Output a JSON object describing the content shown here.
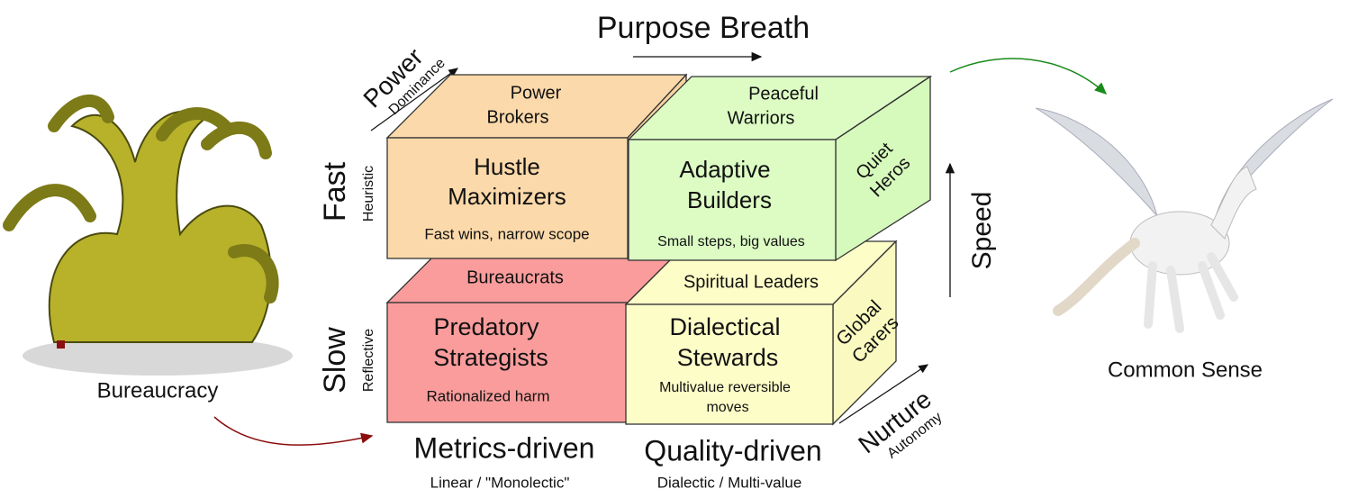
{
  "title": "Purpose Breath",
  "axes": {
    "power": {
      "label": "Power",
      "sub": "Dominance"
    },
    "fast": {
      "label": "Fast",
      "sub": "Heuristic"
    },
    "slow": {
      "label": "Slow",
      "sub": "Reflective"
    },
    "speed": {
      "label": "Speed"
    },
    "nurture": {
      "label": "Nurture",
      "sub": "Autonomy"
    },
    "metrics": {
      "label": "Metrics-driven",
      "sub": "Linear / \"Monolectic\""
    },
    "quality": {
      "label": "Quality-driven",
      "sub": "Dialectic / Multi-value"
    }
  },
  "cubes": {
    "hustle": {
      "top": [
        "Power",
        "Brokers"
      ],
      "front": [
        "Hustle",
        "Maximizers"
      ],
      "note": "Fast wins, narrow scope",
      "color": "#fcd9aa"
    },
    "adaptive": {
      "top": [
        "Peaceful",
        "Warriors"
      ],
      "front": [
        "Adaptive",
        "Builders"
      ],
      "note": "Small steps, big values",
      "side": [
        "Quiet",
        "Heros"
      ],
      "color": "#dcfcc4"
    },
    "predatory": {
      "top": [
        "Bureaucrats"
      ],
      "front": [
        "Predatory",
        "Strategists"
      ],
      "note": "Rationalized harm",
      "color": "#fa9c9c"
    },
    "dialectical": {
      "top": [
        "Spiritual Leaders"
      ],
      "front": [
        "Dialectical",
        "Stewards"
      ],
      "note": [
        "Multivalue reversible",
        "moves"
      ],
      "side": [
        "Global",
        "Carers"
      ],
      "color": "#fdfdc8"
    }
  },
  "left_image": {
    "caption": "Bureaucracy"
  },
  "right_image": {
    "caption": "Common Sense"
  }
}
